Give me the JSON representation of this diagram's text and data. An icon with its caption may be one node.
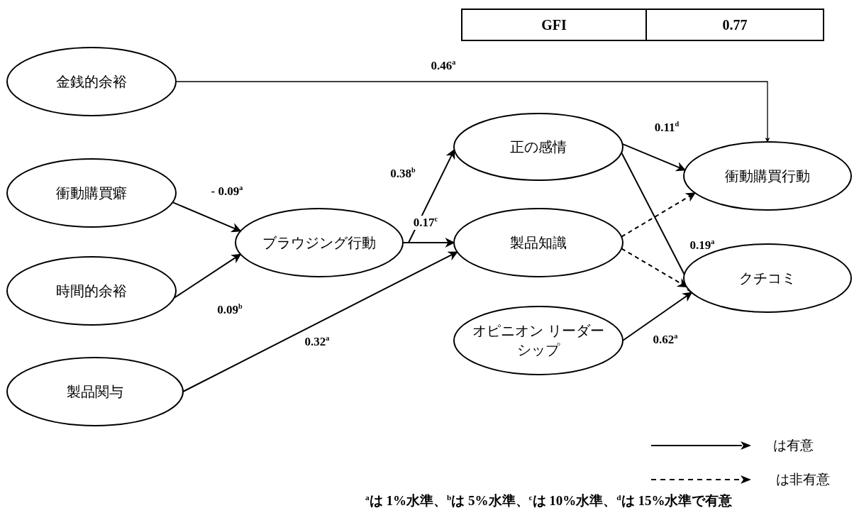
{
  "diagram": {
    "nodes": [
      {
        "text": [
          "金銭的余裕"
        ]
      },
      {
        "text": [
          "衝動購買癖"
        ]
      },
      {
        "text": [
          "時間的余裕"
        ]
      },
      {
        "text": [
          "製品関与"
        ]
      },
      {
        "text": [
          "ブラウジング行動"
        ]
      },
      {
        "text": [
          "正の感情"
        ]
      },
      {
        "text": [
          "製品知識"
        ]
      },
      {
        "text": [
          "オピニオン リーダーシップ"
        ]
      },
      {
        "text": [
          "衝動購買行動"
        ]
      },
      {
        "text": [
          "クチコミ"
        ]
      }
    ],
    "edges": [
      {
        "from": 0,
        "to": 8,
        "arrow": "to",
        "label": "0.46$^{a}$"
      },
      {
        "from": 1,
        "to": 4,
        "arrow": "to",
        "label": "- 0.09$^{a}$"
      },
      {
        "from": 2,
        "to": 4,
        "arrow": "to",
        "label": "0.09$^{b}$"
      },
      {
        "from": 3,
        "to": 6,
        "arrow": "to",
        "label": "0.32$^{a}$"
      },
      {
        "from": 4,
        "to": 5,
        "arrow": "to",
        "label": "0.38$^{b}$"
      },
      {
        "from": 4,
        "to": 6,
        "arrow": "to",
        "label": "0.17$^{c}$"
      },
      {
        "from": 5,
        "to": 8,
        "arrow": "to",
        "label": "0.11$^{d}$"
      },
      {
        "from": 5,
        "to": 9,
        "arrow": "to",
        "label": "0.19$^{a}$"
      },
      {
        "from": 6,
        "to": 8,
        "arrow": "to",
        "style": "dashed"
      },
      {
        "from": 6,
        "to": 9,
        "arrow": "to",
        "style": "dashed"
      },
      {
        "from": 7,
        "to": 9,
        "arrow": "to",
        "label": "0.62$^{a}$"
      }
    ],
    "labels": [
      "GFI",
      "0.77",
      "$^{a}$は 1%水準、$^{b}$は 5%水準、$^{c}$は 10%水準、$^{d}$は 15%水準で有意"
    ],
    "legend": [
      {
        "text": "は有意"
      },
      {
        "text": "は非有意"
      }
    ]
  }
}
